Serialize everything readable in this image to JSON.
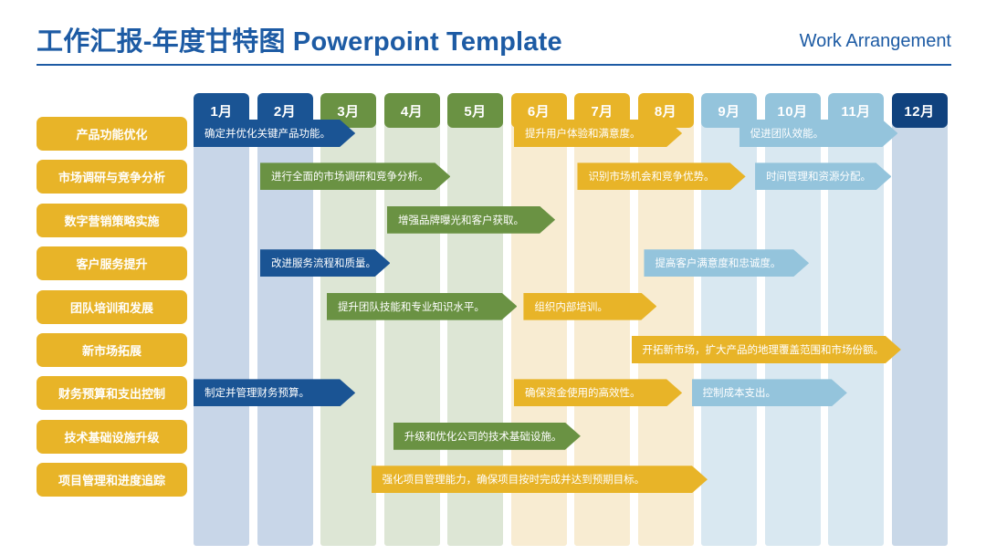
{
  "header": {
    "title": "工作汇报-年度甘特图 Powerpoint Template",
    "subtitle": "Work Arrangement",
    "accent_color": "#1d5ba4"
  },
  "palette": {
    "dark_blue": "#1a5494",
    "navy": "#10427e",
    "green": "#6a9243",
    "gold": "#e8b428",
    "light_blue": "#94c4dc",
    "label_gold": "#e8b428"
  },
  "months": [
    {
      "label": "1月",
      "color": "#1a5494",
      "band": "#c8d6e8"
    },
    {
      "label": "2月",
      "color": "#1a5494",
      "band": "#c8d6e8"
    },
    {
      "label": "3月",
      "color": "#6a9243",
      "band": "#dde6d5"
    },
    {
      "label": "4月",
      "color": "#6a9243",
      "band": "#dde6d5"
    },
    {
      "label": "5月",
      "color": "#6a9243",
      "band": "#dde6d5"
    },
    {
      "label": "6月",
      "color": "#e8b428",
      "band": "#f8ecd2"
    },
    {
      "label": "7月",
      "color": "#e8b428",
      "band": "#f8ecd2"
    },
    {
      "label": "8月",
      "color": "#e8b428",
      "band": "#f8ecd2"
    },
    {
      "label": "9月",
      "color": "#94c4dc",
      "band": "#d9e8f1"
    },
    {
      "label": "10月",
      "color": "#94c4dc",
      "band": "#d9e8f1"
    },
    {
      "label": "11月",
      "color": "#94c4dc",
      "band": "#d9e8f1"
    },
    {
      "label": "12月",
      "color": "#10427e",
      "band": "#c9d8e8"
    }
  ],
  "tasks": [
    {
      "label": "产品功能优化"
    },
    {
      "label": "市场调研与竞争分析"
    },
    {
      "label": "数字营销策略实施"
    },
    {
      "label": "客户服务提升"
    },
    {
      "label": "团队培训和发展"
    },
    {
      "label": "新市场拓展"
    },
    {
      "label": "财务预算和支出控制"
    },
    {
      "label": "技术基础设施升级"
    },
    {
      "label": "项目管理和进度追踪"
    }
  ],
  "chart_data": {
    "type": "gantt",
    "title": "工作汇报-年度甘特图 Powerpoint Template",
    "xlabel": "",
    "ylabel": "",
    "categories": [
      "1月",
      "2月",
      "3月",
      "4月",
      "5月",
      "6月",
      "7月",
      "8月",
      "9月",
      "10月",
      "11月",
      "12月"
    ],
    "rows": [
      {
        "task": "产品功能优化",
        "bars": [
          {
            "text": "确定并优化关键产品功能。",
            "start": 1,
            "end": 3.55,
            "color": "#1a5494"
          },
          {
            "text": "提升用户体验和满意度。",
            "start": 6.05,
            "end": 8.7,
            "color": "#e8b428"
          },
          {
            "text": "促进团队效能。",
            "start": 9.6,
            "end": 12.1,
            "color": "#94c4dc"
          }
        ]
      },
      {
        "task": "市场调研与竞争分析",
        "bars": [
          {
            "text": "进行全面的市场调研和竞争分析。",
            "start": 2.05,
            "end": 5.05,
            "color": "#6a9243"
          },
          {
            "text": "识别市场机会和竞争优势。",
            "start": 7.05,
            "end": 9.7,
            "color": "#e8b428"
          },
          {
            "text": "时间管理和资源分配。",
            "start": 9.85,
            "end": 12.0,
            "color": "#94c4dc"
          }
        ]
      },
      {
        "task": "数字营销策略实施",
        "bars": [
          {
            "text": "增强品牌曝光和客户获取。",
            "start": 4.05,
            "end": 6.7,
            "color": "#6a9243"
          }
        ]
      },
      {
        "task": "客户服务提升",
        "bars": [
          {
            "text": "改进服务流程和质量。",
            "start": 2.05,
            "end": 4.1,
            "color": "#1a5494"
          },
          {
            "text": "提高客户满意度和忠诚度。",
            "start": 8.1,
            "end": 10.7,
            "color": "#94c4dc"
          }
        ]
      },
      {
        "task": "团队培训和发展",
        "bars": [
          {
            "text": "提升团队技能和专业知识水平。",
            "start": 3.1,
            "end": 6.1,
            "color": "#6a9243"
          },
          {
            "text": "组织内部培训。",
            "start": 6.2,
            "end": 8.3,
            "color": "#e8b428"
          }
        ]
      },
      {
        "task": "新市场拓展",
        "bars": [
          {
            "text": "开拓新市场，扩大产品的地理覆盖范围和市场份额。",
            "start": 7.9,
            "end": 12.15,
            "color": "#e8b428"
          }
        ]
      },
      {
        "task": "财务预算和支出控制",
        "bars": [
          {
            "text": "制定并管理财务预算。",
            "start": 1,
            "end": 3.55,
            "color": "#1a5494"
          },
          {
            "text": "确保资金使用的高效性。",
            "start": 6.05,
            "end": 8.7,
            "color": "#e8b428"
          },
          {
            "text": "控制成本支出。",
            "start": 8.85,
            "end": 11.3,
            "color": "#94c4dc"
          }
        ]
      },
      {
        "task": "技术基础设施升级",
        "bars": [
          {
            "text": "升级和优化公司的技术基础设施。",
            "start": 4.15,
            "end": 7.1,
            "color": "#6a9243"
          }
        ]
      },
      {
        "task": "项目管理和进度追踪",
        "bars": [
          {
            "text": "强化项目管理能力，确保项目按时完成并达到预期目标。",
            "start": 3.8,
            "end": 9.1,
            "color": "#e8b428"
          }
        ]
      }
    ]
  }
}
